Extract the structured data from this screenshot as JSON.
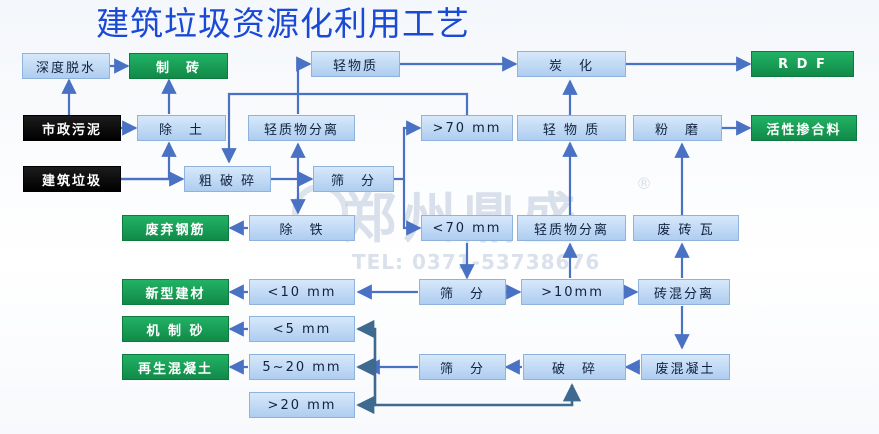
{
  "title": "建筑垃圾资源化利用工艺",
  "watermark": {
    "company": "郑州鼎盛",
    "phone": "TEL: 0371-53738676",
    "registered": "®"
  },
  "sources": {
    "municipal_sludge": "市政污泥",
    "construction_waste": "建筑垃圾"
  },
  "products": {
    "bricks": "制　砖",
    "rdf": "R D F",
    "active_admixture": "活性掺合料",
    "scrap_rebar": "废弃钢筋",
    "new_building_materials": "新型建材",
    "machine_sand": "机 制 砂",
    "recycled_concrete": "再生混凝土"
  },
  "process": {
    "dehydration": "深度脱水",
    "soil_removal": "除　土",
    "coarse_crushing": "粗 破 碎",
    "screening_1": "筛　分",
    "iron_removal": "除　铁",
    "light_separation_1": "轻质物分离",
    "light_material_top": "轻物质",
    "gt70": ">70 mm",
    "lt70": "<70 mm",
    "light_separation_2": "轻质物分离",
    "carbonization": "炭　化",
    "light_material_2": "轻 物 质",
    "grinding": "粉　磨",
    "waste_brick": "废 砖 瓦",
    "lt10": "<10 mm",
    "screening_2": "筛　分",
    "gt10": ">10mm",
    "brick_concrete_sep": "砖混分离",
    "lt5": "<5 mm",
    "r5_20": "5~20 mm",
    "gt20": ">20 mm",
    "screening_3": "筛　分",
    "crushing": "破　碎",
    "waste_concrete": "废混凝土"
  },
  "colors": {
    "process_box": "#aecdf0",
    "product_box": "#118a48",
    "source_box": "#000000",
    "arrow": "#4a72c4",
    "title": "#1a49d6"
  }
}
